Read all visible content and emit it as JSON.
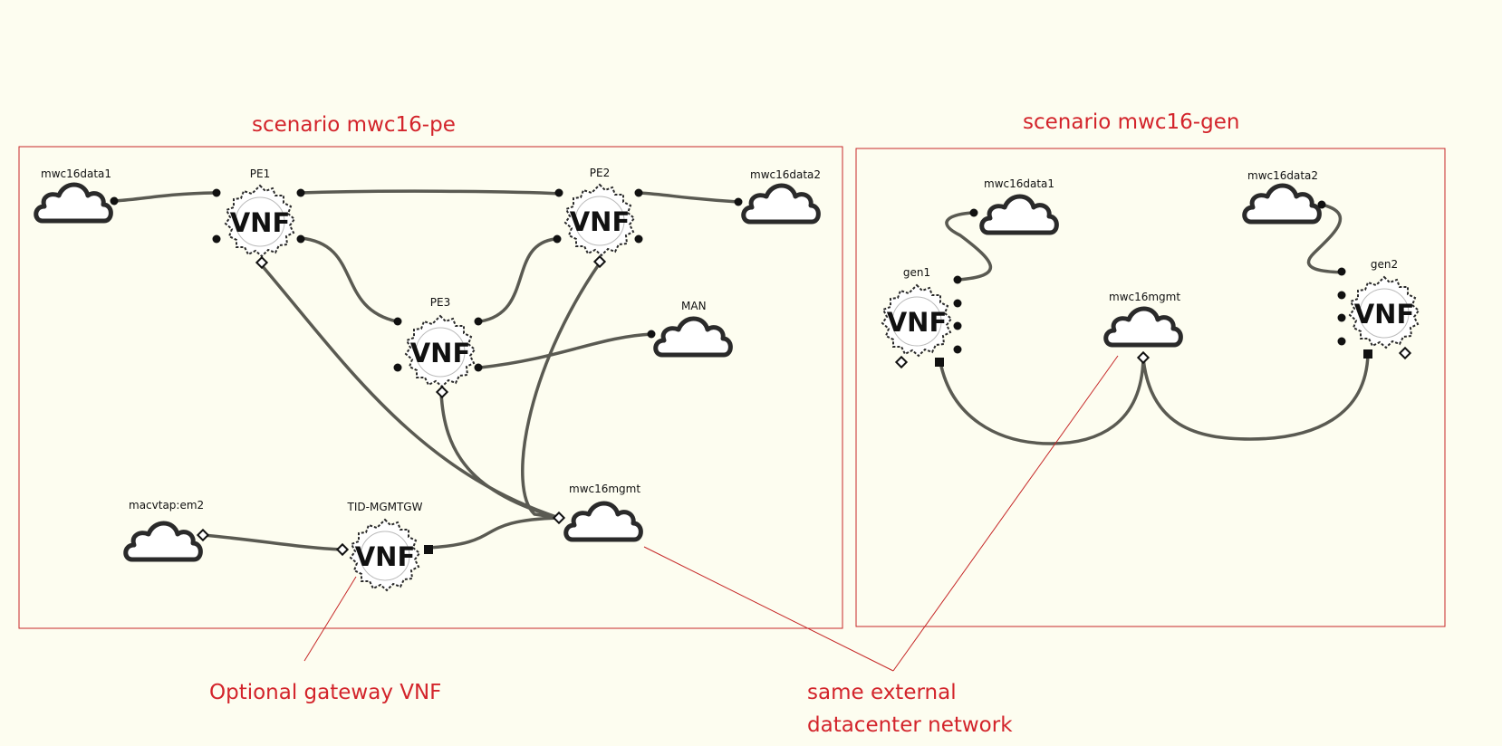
{
  "scenarios": [
    {
      "title": "scenario mwc16-pe"
    },
    {
      "title": "scenario mwc16-gen"
    }
  ],
  "vnf_text": "VNF",
  "nodes": {
    "pe": {
      "mwc16data1": "mwc16data1",
      "pe1": "PE1",
      "pe2": "PE2",
      "mwc16data2": "mwc16data2",
      "pe3": "PE3",
      "man": "MAN",
      "macvtap": "macvtap:em2",
      "tid": "TID-MGMTGW",
      "mwc16mgmt": "mwc16mgmt"
    },
    "gen": {
      "mwc16data1": "mwc16data1",
      "mwc16data2": "mwc16data2",
      "gen1": "gen1",
      "gen2": "gen2",
      "mwc16mgmt": "mwc16mgmt"
    }
  },
  "annotations": {
    "gateway": "Optional gateway VNF",
    "network_line1": "same external",
    "network_line2": "datacenter network"
  },
  "colors": {
    "annotation_red": "#d3242b",
    "link_gray": "#5a5a52",
    "background": "#fdfdf0"
  }
}
